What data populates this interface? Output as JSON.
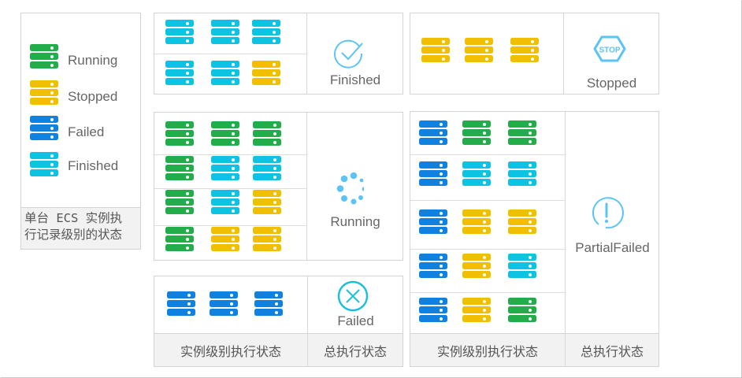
{
  "colors": {
    "running": "#23ad4a",
    "stopped": "#f0c000",
    "failed": "#1181df",
    "finished": "#0cc4e2",
    "icon_accent": "#5bc3f5",
    "failed_icon_accent": "#19bfdc"
  },
  "legend": {
    "items": [
      {
        "status": "running",
        "label": "Running"
      },
      {
        "status": "stopped",
        "label": "Stopped"
      },
      {
        "status": "failed",
        "label": "Failed"
      },
      {
        "status": "finished",
        "label": "Finished"
      }
    ],
    "footer_line1": "单台 ECS 实例执",
    "footer_line2": "行记录级别的状态"
  },
  "panels": {
    "finished": {
      "overall_status": "Finished",
      "icon": "check-circle-icon",
      "rows": [
        [
          "finished",
          "finished",
          "finished"
        ],
        [
          "finished",
          "finished",
          "stopped"
        ]
      ]
    },
    "stopped": {
      "overall_status": "Stopped",
      "icon": "stop-sign-icon",
      "icon_text": "STOP",
      "rows": [
        [
          "stopped",
          "stopped",
          "stopped"
        ]
      ]
    },
    "running": {
      "overall_status": "Running",
      "icon": "loading-spinner-icon",
      "rows": [
        [
          "running",
          "running",
          "running"
        ],
        [
          "running",
          "finished",
          "finished"
        ],
        [
          "running",
          "finished",
          "stopped"
        ],
        [
          "running",
          "stopped",
          "stopped"
        ]
      ]
    },
    "failed": {
      "overall_status": "Failed",
      "icon": "x-circle-icon",
      "rows": [
        [
          "failed",
          "failed",
          "failed"
        ]
      ],
      "footer_instance": "实例级别执行状态",
      "footer_overall": "总执行状态"
    },
    "partial_failed": {
      "overall_status": "PartialFailed",
      "icon": "exclamation-circle-icon",
      "rows": [
        [
          "failed",
          "running",
          "running"
        ],
        [
          "failed",
          "finished",
          "finished"
        ],
        [
          "failed",
          "stopped",
          "stopped"
        ],
        [
          "failed",
          "stopped",
          "finished"
        ],
        [
          "failed",
          "stopped",
          "running"
        ]
      ],
      "footer_instance": "实例级别执行状态",
      "footer_overall": "总执行状态"
    }
  }
}
